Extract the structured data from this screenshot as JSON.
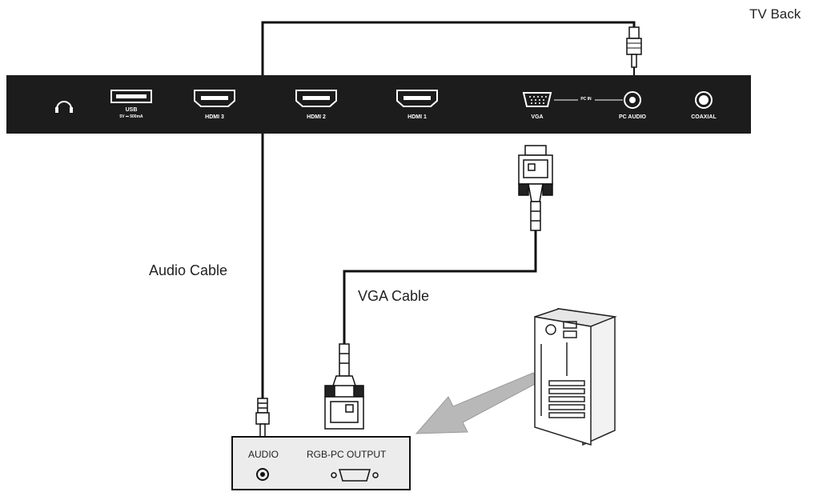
{
  "labels": {
    "tv_back": "TV Back",
    "audio_cable": "Audio Cable",
    "vga_cable": "VGA Cable"
  },
  "tv_panel": {
    "usb": "USB",
    "usb_spec": "5V ⎓ 500mA",
    "hdmi3": "HDMI 3",
    "hdmi2": "HDMI 2",
    "hdmi1": "HDMI 1",
    "vga": "VGA",
    "pc_in": "PC IN",
    "pc_audio": "PC AUDIO",
    "coaxial": "COAXIAL"
  },
  "pc_output_box": {
    "audio": "AUDIO",
    "rgb_pc_output": "RGB-PC OUTPUT"
  },
  "colors": {
    "panel": "#1c1c1c",
    "cable": "#111111",
    "arrow": "#b8b8b8"
  }
}
